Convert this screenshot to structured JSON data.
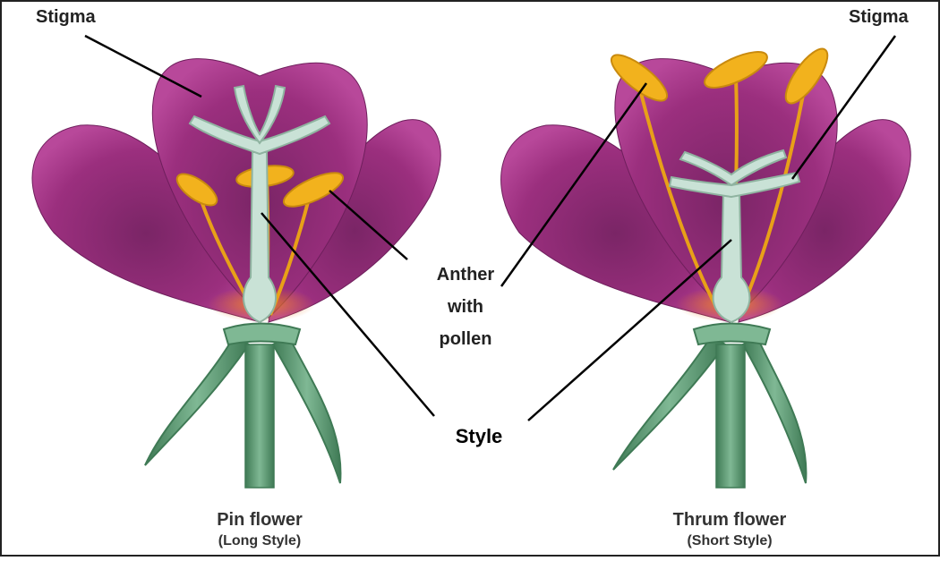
{
  "labels": {
    "stigma_left": "Stigma",
    "stigma_right": "Stigma",
    "anther": [
      "Anther",
      "with",
      "pollen"
    ],
    "style": "Style"
  },
  "flowers": [
    {
      "name": "Pin flower",
      "subtitle": "(Long Style)"
    },
    {
      "name": "Thrum flower",
      "subtitle": "(Short Style)"
    }
  ],
  "colors": {
    "petal": "#9b2f7e",
    "petal_dark": "#6e1f5c",
    "sepal": "#5e9a72",
    "sepal_dark": "#3f7a55",
    "pistil": "#c9e2d6",
    "anther": "#f2b21d",
    "filament": "#e8a018",
    "base_glow": "#e8731e",
    "leader_line": "#000000",
    "border": "#222222"
  }
}
